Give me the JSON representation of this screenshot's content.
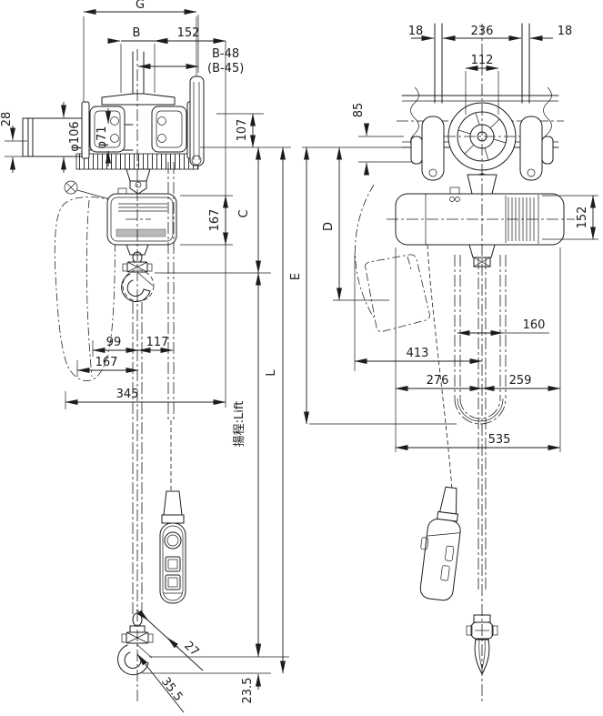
{
  "colors": {
    "ink": "#1c1c1c",
    "background": "#ffffff",
    "label_band": "#b9b9b9"
  },
  "front_view": {
    "dims": {
      "G": "G",
      "B": "B",
      "w152": "152",
      "b48": "B-48",
      "b45": "(B-45)",
      "t28": "28",
      "dia106": "φ106",
      "dia71": "φ71",
      "h107": "107",
      "C": "C",
      "h167": "167",
      "w99": "99",
      "w117": "117",
      "w167": "167",
      "w345": "345",
      "lift": "揚程:Lift",
      "L": "L",
      "a27": "27",
      "a355": "35.5",
      "v235": "23.5"
    }
  },
  "side_view": {
    "dims": {
      "t18_left": "18",
      "w236": "236",
      "t18_right": "18",
      "w112": "112",
      "h85": "85",
      "h152": "152",
      "D": "D",
      "E": "E",
      "w160": "160",
      "w413": "413",
      "w276": "276",
      "w259": "259",
      "w535": "535"
    }
  }
}
